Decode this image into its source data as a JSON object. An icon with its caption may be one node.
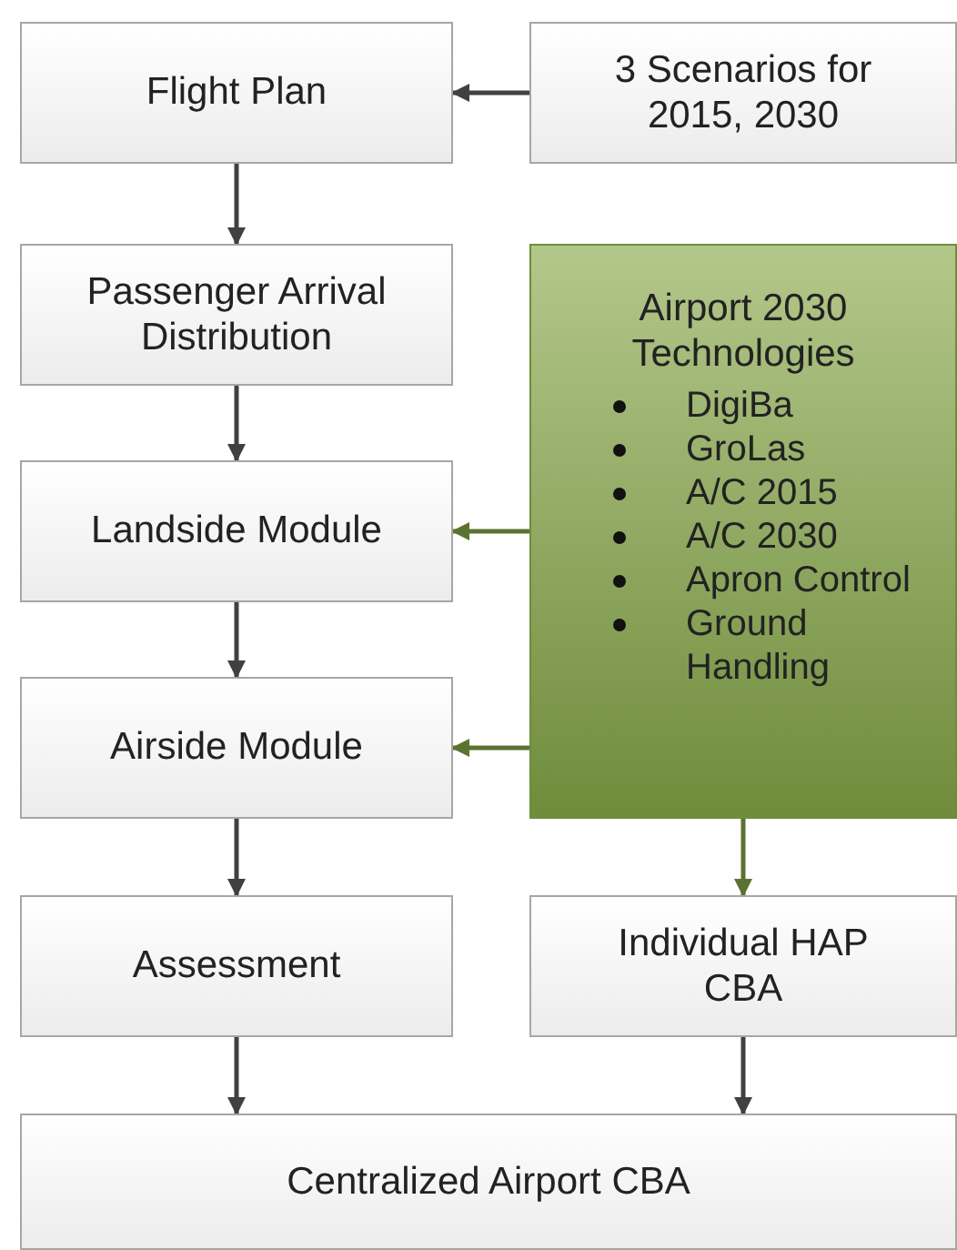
{
  "diagram": {
    "nodes": [
      {
        "text": [
          "Flight Plan"
        ]
      },
      {
        "text": [
          "3 Scenarios for 2015, 2030"
        ]
      },
      {
        "text": [
          "Passenger Arrival Distribution"
        ]
      },
      {
        "text": [
          "Airport 2030 Technologies",
          "DigiBa",
          "GroLas",
          "A/C 2015",
          "A/C 2030",
          "Apron Control",
          "Ground Handling"
        ]
      },
      {
        "text": [
          "Landside Module"
        ]
      },
      {
        "text": [
          "Airside Module"
        ]
      },
      {
        "text": [
          "Assessment"
        ]
      },
      {
        "text": [
          "Individual HAP CBA"
        ]
      },
      {
        "text": [
          "Centralized Airport CBA"
        ]
      }
    ],
    "edges": [
      {
        "from": 1,
        "to": 0,
        "arrow": "to"
      },
      {
        "from": 0,
        "to": 2,
        "arrow": "to"
      },
      {
        "from": 2,
        "to": 4,
        "arrow": "to"
      },
      {
        "from": 3,
        "to": 4,
        "arrow": "to",
        "color": "#5b7330"
      },
      {
        "from": 4,
        "to": 5,
        "arrow": "to"
      },
      {
        "from": 3,
        "to": 5,
        "arrow": "to",
        "color": "#5b7330"
      },
      {
        "from": 3,
        "to": 7,
        "arrow": "to",
        "color": "#5b7330"
      },
      {
        "from": 5,
        "to": 6,
        "arrow": "to"
      },
      {
        "from": 6,
        "to": 8,
        "arrow": "to"
      },
      {
        "from": 7,
        "to": 8,
        "arrow": "to"
      }
    ]
  }
}
